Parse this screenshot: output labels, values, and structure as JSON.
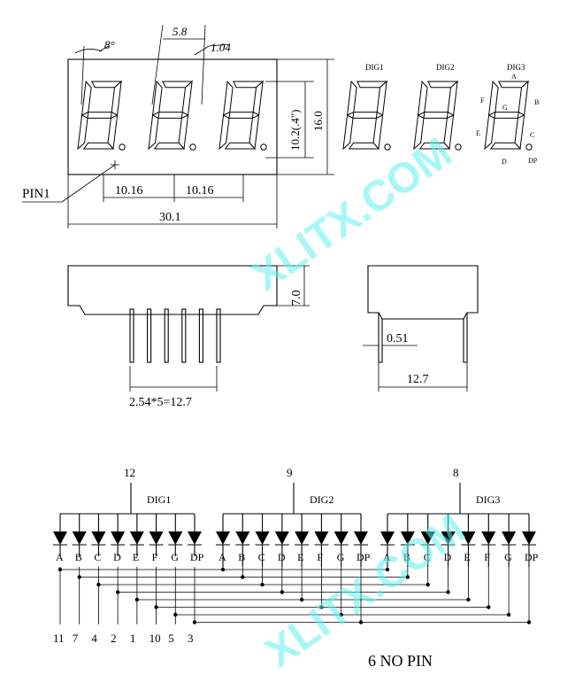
{
  "watermark": {
    "text": "XLITX.COM",
    "color": "#5ef0f0"
  },
  "top_view": {
    "dim_angle": "8°",
    "dim_5_8": "5.8",
    "dim_1_04": "1.04",
    "dim_height": "10.2(.4\")",
    "dim_16": "16.0",
    "pin1_label": "PIN1",
    "pitch_1": "10.16",
    "pitch_2": "10.16",
    "width": "30.1"
  },
  "segment_diagram": {
    "digit_labels": [
      "DIG1",
      "DIG2",
      "DIG3"
    ],
    "segment_letters": {
      "A": "A",
      "B": "B",
      "C": "C",
      "D": "D",
      "E": "E",
      "F": "F",
      "G": "G",
      "DP": "DP"
    }
  },
  "side_view": {
    "height": "7.0",
    "pins": "2.54*5=12.7"
  },
  "end_view": {
    "pin_width": "0.51",
    "row_spacing": "12.7"
  },
  "schematic": {
    "digits": [
      {
        "name": "DIG1",
        "common_pin": "12"
      },
      {
        "name": "DIG2",
        "common_pin": "9"
      },
      {
        "name": "DIG3",
        "common_pin": "8"
      }
    ],
    "segments": [
      "A",
      "B",
      "C",
      "D",
      "E",
      "F",
      "G",
      "DP"
    ],
    "segment_pins": [
      "11",
      "7",
      "4",
      "2",
      "1",
      "10",
      "5",
      "3"
    ],
    "no_pin_note": "6 NO PIN"
  }
}
